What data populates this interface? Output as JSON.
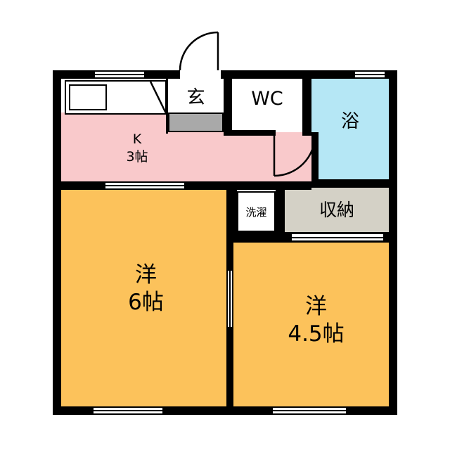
{
  "rooms": {
    "genkan": {
      "label": "玄"
    },
    "wc": {
      "label": "WC"
    },
    "bath": {
      "label": "浴"
    },
    "kitchen": {
      "line1": "K",
      "line2": "3帖"
    },
    "laundry": {
      "label": "洗濯"
    },
    "storage": {
      "label": "収納"
    },
    "west6": {
      "line1": "洋",
      "line2": "6帖"
    },
    "west45": {
      "line1": "洋",
      "line2": "4.5帖"
    }
  },
  "colors": {
    "wall": "#000000",
    "background": "#ffffff",
    "kitchen_pink": "#f9c9cb",
    "room_orange": "#fcc25b",
    "bath_blue": "#b5e7f5",
    "storage_gray": "#d4d1c6",
    "step_gray": "#a9a9a9"
  }
}
